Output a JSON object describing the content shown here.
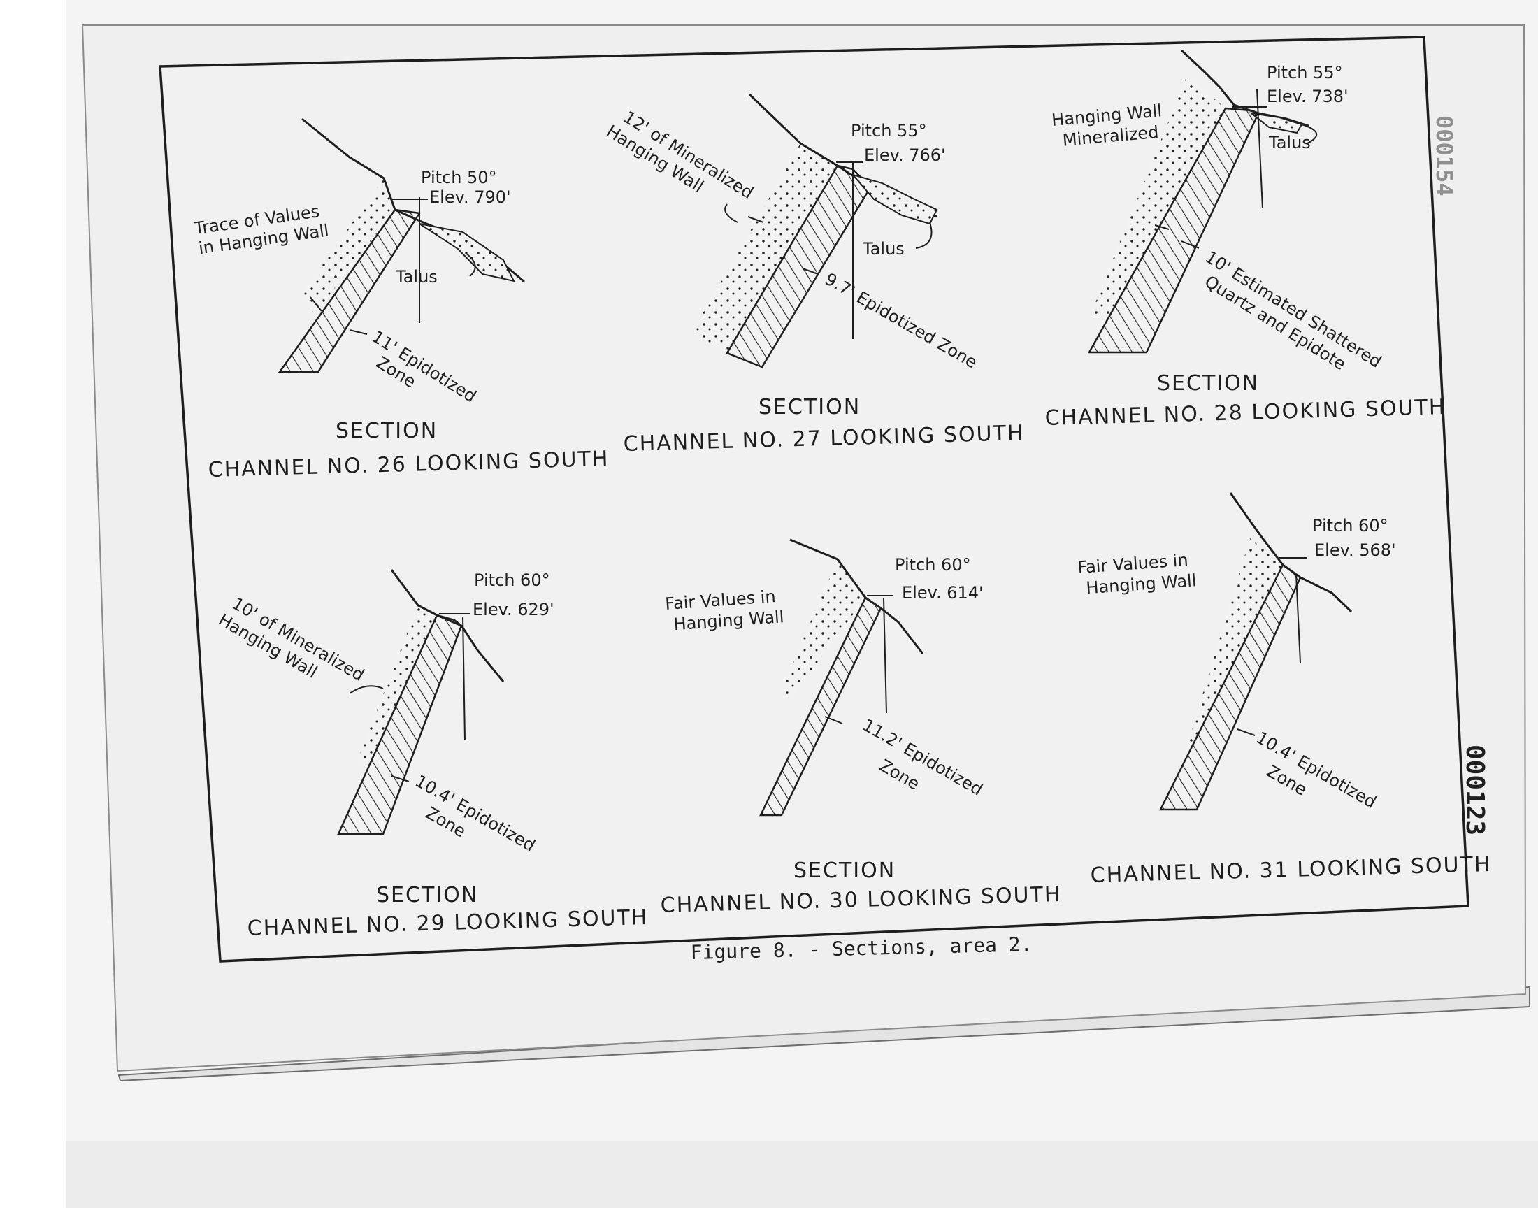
{
  "figure": {
    "caption": "Figure 8. - Sections, area 2."
  },
  "page_stamps": {
    "side_number": "000123",
    "faded_number": "000154"
  },
  "sections": [
    {
      "id": "channel-26",
      "pitch": "Pitch 50°",
      "elevation": "Elev. 790'",
      "hanging_wall_note": [
        "Trace of Values",
        "in Hanging Wall"
      ],
      "talus": "Talus",
      "zone_label": [
        "11' Epidotized",
        "Zone"
      ],
      "section_label": "SECTION",
      "channel_label": "CHANNEL NO. 26 LOOKING SOUTH"
    },
    {
      "id": "channel-27",
      "pitch": "Pitch 55°",
      "elevation": "Elev. 766'",
      "hanging_wall_note": [
        "12' of Mineralized",
        "Hanging Wall"
      ],
      "talus": "Talus",
      "zone_label": [
        "9.7' Epidotized Zone"
      ],
      "section_label": "SECTION",
      "channel_label": "CHANNEL NO. 27 LOOKING SOUTH"
    },
    {
      "id": "channel-28",
      "pitch": "Pitch 55°",
      "elevation": "Elev. 738'",
      "hanging_wall_note": [
        "Hanging Wall",
        "Mineralized"
      ],
      "talus": "Talus",
      "zone_label": [
        "10' Estimated Shattered",
        "Quartz and Epidote"
      ],
      "section_label": "SECTION",
      "channel_label": "CHANNEL NO. 28 LOOKING SOUTH"
    },
    {
      "id": "channel-29",
      "pitch": "Pitch 60°",
      "elevation": "Elev. 629'",
      "hanging_wall_note": [
        "10' of Mineralized",
        "Hanging Wall"
      ],
      "zone_label": [
        "10.4' Epidotized",
        "Zone"
      ],
      "section_label": "SECTION",
      "channel_label": "CHANNEL NO. 29 LOOKING SOUTH"
    },
    {
      "id": "channel-30",
      "pitch": "Pitch 60°",
      "elevation": "Elev. 614'",
      "hanging_wall_note": [
        "Fair Values in",
        "Hanging Wall"
      ],
      "zone_label": [
        "11.2' Epidotized",
        "Zone"
      ],
      "section_label": "SECTION",
      "channel_label": "CHANNEL NO. 30 LOOKING SOUTH"
    },
    {
      "id": "channel-31",
      "pitch": "Pitch 60°",
      "elevation": "Elev. 568'",
      "hanging_wall_note": [
        "Fair Values in",
        "Hanging Wall"
      ],
      "zone_label": [
        "10.4' Epidotized",
        "Zone"
      ],
      "section_label": "",
      "channel_label": "CHANNEL NO. 31 LOOKING SOUTH"
    }
  ],
  "colors": {
    "paper": "#efefef",
    "ink": "#1e1e1e",
    "page_bg": "#f4f4f4",
    "faded_stamp": "#8f8f8f"
  }
}
